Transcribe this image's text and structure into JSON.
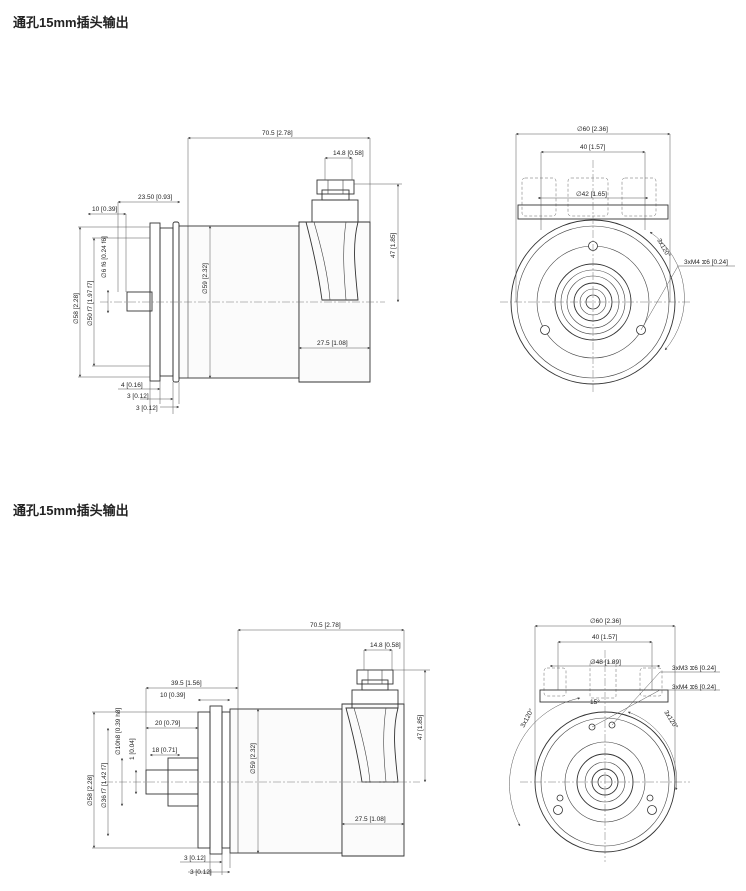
{
  "sections": [
    {
      "title": "通孔15mm插头输出",
      "side_view": {
        "overall_length": "70.5 [2.78]",
        "connector_width": "14.8 [0.58]",
        "dim_23_50": "23.50 [0.93]",
        "dim_10": "10 [0.39]",
        "height_47": "47 [1.85]",
        "dia_58": "∅58 [2.28]",
        "dia_50": "∅50 f7 [1.97 f7]",
        "dia_6": "∅6 f6 [0.24 f6]",
        "dia_59": "∅59 [2.32]",
        "dim_27_5": "27.5 [1.08]",
        "dim_4": "4 [0.16]",
        "dim_3a": "3 [0.12]",
        "dim_3b": "3 [0.12]"
      },
      "front_view": {
        "dia_60": "∅60 [2.36]",
        "dim_40": "40 [1.57]",
        "dia_42": "∅42 [1.65]",
        "angle": "3x120°",
        "thread": "3xM4 ⧖6 [0.24]"
      }
    },
    {
      "title": "通孔15mm插头输出",
      "side_view": {
        "overall_length": "70.5 [2.78]",
        "connector_width": "14.8 [0.58]",
        "dim_39_5": "39.5 [1.56]",
        "dim_10": "10 [0.39]",
        "dim_20": "20 [0.79]",
        "dim_18": "18 [0.71]",
        "height_47": "47 [1.85]",
        "dia_58": "∅58 [2.28]",
        "dia_36": "∅36 f7 [1.42 f7]",
        "dia_10h8": "∅10h8 [0.39 h8]",
        "dim_1": "1 [0.04]",
        "dia_59": "∅59 [2.32]",
        "dim_27_5": "27.5 [1.08]",
        "dim_3a": "3 [0.12]",
        "dim_3b": "3 [0.12]"
      },
      "front_view": {
        "dia_60": "∅60 [2.36]",
        "dim_40": "40 [1.57]",
        "dia_48": "∅48 [1.89]",
        "thread_m3": "3xM3 ⧖6 [0.24]",
        "thread_m4": "3xM4 ⧖6 [0.24]",
        "angle_left": "3x120°",
        "angle_right": "3x120°",
        "angle_15": "15°"
      }
    }
  ]
}
